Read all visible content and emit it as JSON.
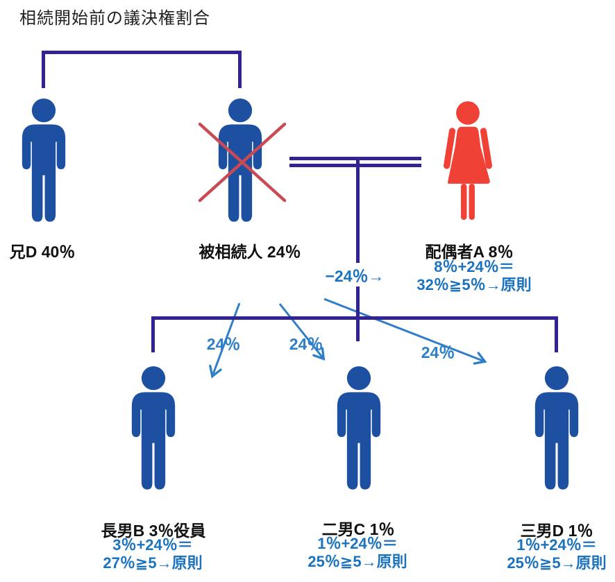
{
  "title": "相続開始前の議決権割合",
  "colors": {
    "male_icon": "#1e50a2",
    "female_icon": "#ef4136",
    "tree_line": "#312394",
    "deceased_cross": "#c84a55",
    "formula_text": "#1b72be",
    "arrow": "#2e7fc7",
    "name_text": "#111111"
  },
  "icons": {
    "male": "male-person-icon",
    "female": "female-person-icon",
    "deceased_cross": "deceased-cross-icon",
    "marriage": "marriage-double-line",
    "transfer": "transfer-arrow"
  },
  "people": {
    "brother": {
      "label": "兄D 40％"
    },
    "decedent": {
      "label": "被相続人 24％"
    },
    "spouse": {
      "label": "配偶者A 8％",
      "formula1": "8％+24％＝",
      "formula2": "32％≧5％→原則"
    },
    "son_b": {
      "label": "長男B 3％役員",
      "formula1": "3％+24％＝",
      "formula2": "27％≧5→原則"
    },
    "son_c": {
      "label": "二男C 1％",
      "formula1": "1％+24％＝",
      "formula2": "25％≧5→原則"
    },
    "son_d": {
      "label": "三男D 1％",
      "formula1": "1％+24％＝",
      "formula2": "25％≧5→原則"
    }
  },
  "transfers": {
    "minus_label": "−24％→",
    "arrow_labels": [
      "24％",
      "24％",
      "24％"
    ]
  }
}
